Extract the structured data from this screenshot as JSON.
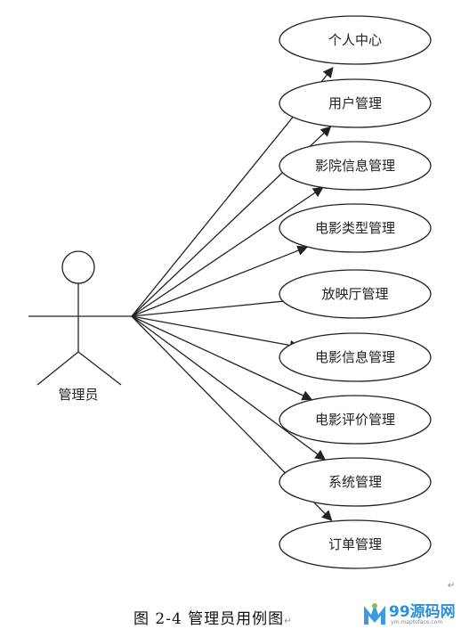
{
  "actor": {
    "label": "管理员"
  },
  "use_cases": [
    {
      "label": "个人中心"
    },
    {
      "label": "用户管理"
    },
    {
      "label": "影院信息管理"
    },
    {
      "label": "电影类型管理"
    },
    {
      "label": "放映厅管理"
    },
    {
      "label": "电影信息管理"
    },
    {
      "label": "电影评价管理"
    },
    {
      "label": "系统管理"
    },
    {
      "label": "订单管理"
    }
  ],
  "caption": "图 2-4  管理员用例图",
  "return_mark": "↵",
  "watermark": {
    "title": "99源码网",
    "subtitle": "ym.maptoface.com"
  }
}
